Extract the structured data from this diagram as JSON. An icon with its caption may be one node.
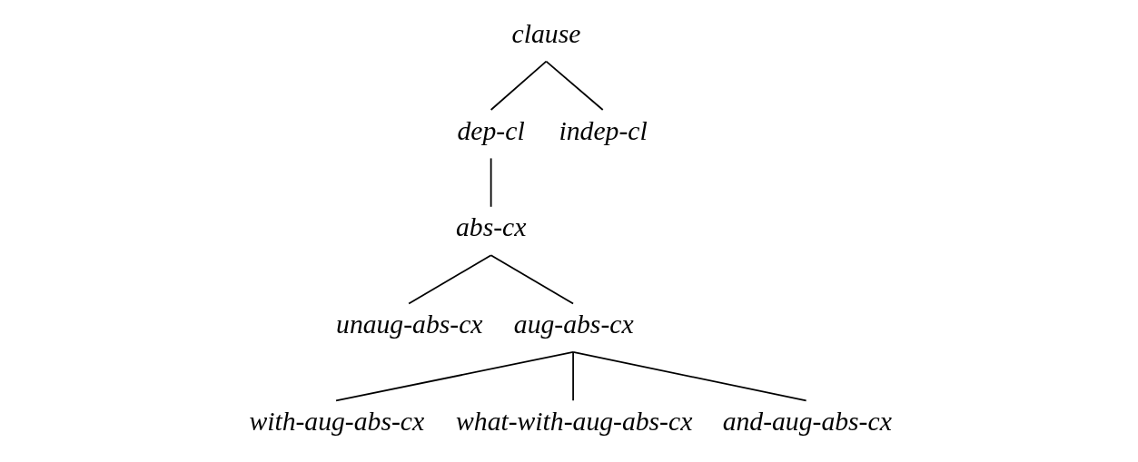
{
  "diagram": {
    "nodes": [
      {
        "text": [
          "clause"
        ]
      },
      {
        "text": [
          "dep-cl"
        ]
      },
      {
        "text": [
          "indep-cl"
        ]
      },
      {
        "text": [
          "abs-cx"
        ]
      },
      {
        "text": [
          "unaug-abs-cx"
        ]
      },
      {
        "text": [
          "aug-abs-cx"
        ]
      },
      {
        "text": [
          "with-aug-abs-cx"
        ]
      },
      {
        "text": [
          "what-with-aug-abs-cx"
        ]
      },
      {
        "text": [
          "and-aug-abs-cx"
        ]
      }
    ],
    "edges": [
      {
        "from": 0,
        "to": 1,
        "arrow": "none"
      },
      {
        "from": 0,
        "to": 2,
        "arrow": "none"
      },
      {
        "from": 1,
        "to": 3,
        "arrow": "none"
      },
      {
        "from": 3,
        "to": 4,
        "arrow": "none"
      },
      {
        "from": 3,
        "to": 5,
        "arrow": "none"
      },
      {
        "from": 5,
        "to": 6,
        "arrow": "none"
      },
      {
        "from": 5,
        "to": 7,
        "arrow": "none"
      },
      {
        "from": 5,
        "to": 8,
        "arrow": "none"
      }
    ]
  }
}
